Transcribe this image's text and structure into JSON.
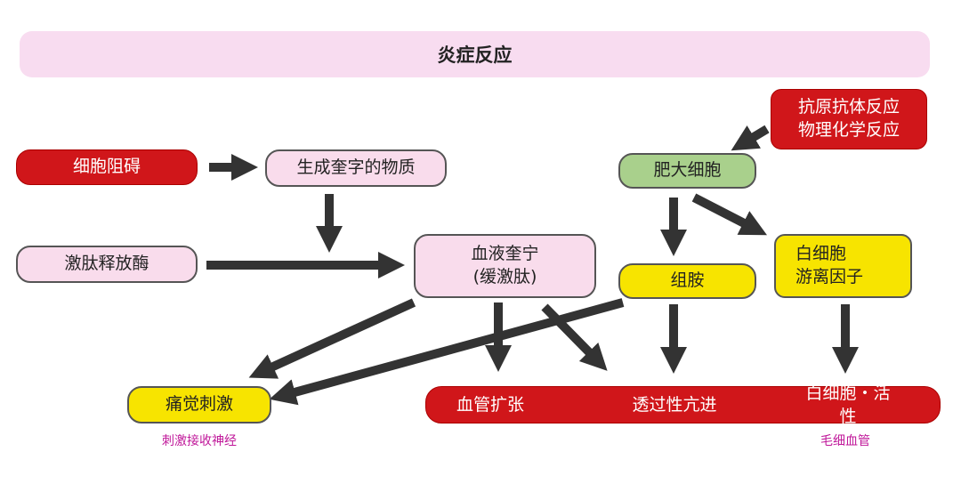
{
  "title": "炎症反应",
  "nodes": {
    "cell_damage": "细胞阻碍",
    "kinin_substance": "生成奎字的物质",
    "kallikrein": "激肽释放酶",
    "bradykinin_1": "血液奎宁",
    "bradykinin_2": "(缓激肽)",
    "antigen_1": "抗原抗体反应",
    "antigen_2": "物理化学反应",
    "mast_cell": "肥大细胞",
    "histamine": "组胺",
    "leukocyte_factor_1": "白细胞",
    "leukocyte_factor_2": "游离因子",
    "pain": "痛觉刺激"
  },
  "effects": [
    "血管扩张",
    "透过性亢进",
    "白细胞・活性"
  ],
  "notes": {
    "nerve": "刺激接收神经",
    "capillary": "毛细血管"
  },
  "colors": {
    "red": "#d0161a",
    "pink": "#f9dcec",
    "green": "#a9d08c",
    "yellow": "#f7e400",
    "arrow": "#333333"
  }
}
